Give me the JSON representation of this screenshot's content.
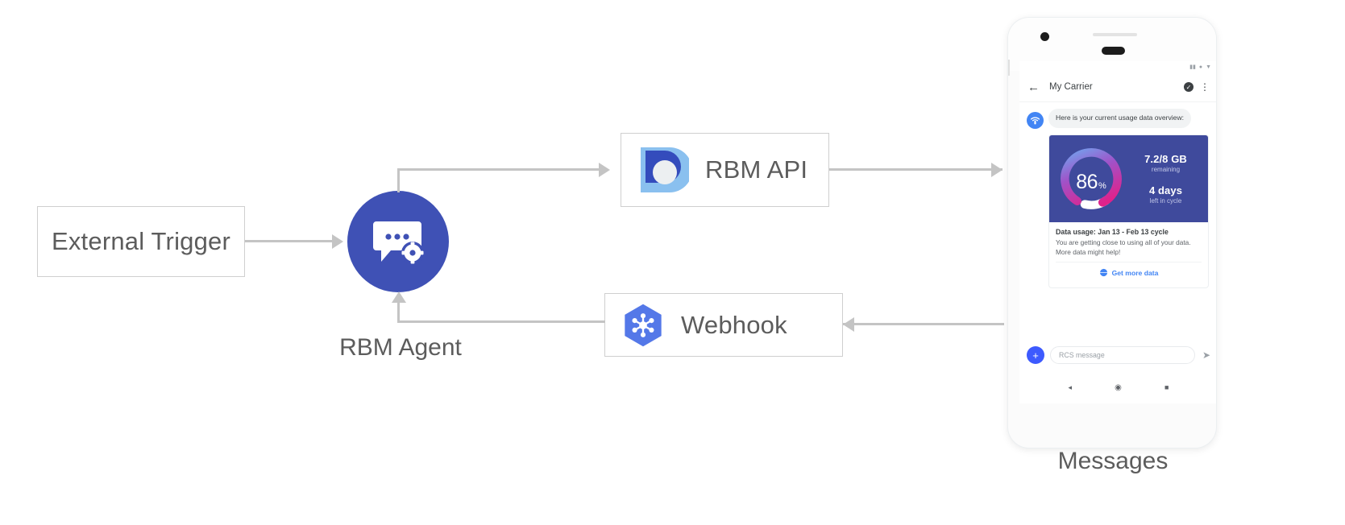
{
  "diagram": {
    "external_trigger": {
      "label": "External Trigger"
    },
    "rbm_agent": {
      "label": "RBM Agent",
      "icon": "chat-gear-icon",
      "color": "#3f51b5"
    },
    "rbm_api": {
      "label": "RBM API",
      "icon": "rbm-api-droplet-icon"
    },
    "webhook": {
      "label": "Webhook",
      "icon": "cloud-functions-hexagon-icon"
    },
    "device_label": "Messages"
  },
  "phone": {
    "status_bar": {
      "signal": "signal-icon",
      "wifi": "wifi-icon",
      "battery": "battery-icon"
    },
    "app_bar": {
      "back": "back-arrow-icon",
      "title": "My Carrier",
      "verified": "verified-shield-icon",
      "overflow": "more-vert-icon"
    },
    "conversation": {
      "agent_avatar": "carrier-agent-avatar",
      "message": "Here is your current usage data overview:"
    },
    "rich_card": {
      "gauge": {
        "value": "86",
        "unit": "%",
        "percent": 86,
        "track_color": "#ffffff",
        "gradient_from": "#6ea8f0",
        "gradient_via": "#a052c8",
        "gradient_to": "#e0218a"
      },
      "stats": [
        {
          "value": "7.2/8 GB",
          "caption": "remaining"
        },
        {
          "value": "4 days",
          "caption": "left in cycle"
        }
      ],
      "title": "Data usage: Jan 13 - Feb 13 cycle",
      "description": "You are getting close to using all of your data. More data might help!",
      "action": {
        "icon": "globe-icon",
        "label": "Get more data",
        "color": "#4285f4"
      }
    },
    "composer": {
      "plus": "+",
      "placeholder": "RCS message",
      "send": "send-icon"
    },
    "nav_bar": {
      "back": "◂",
      "home": "◉",
      "recents": "■"
    }
  }
}
